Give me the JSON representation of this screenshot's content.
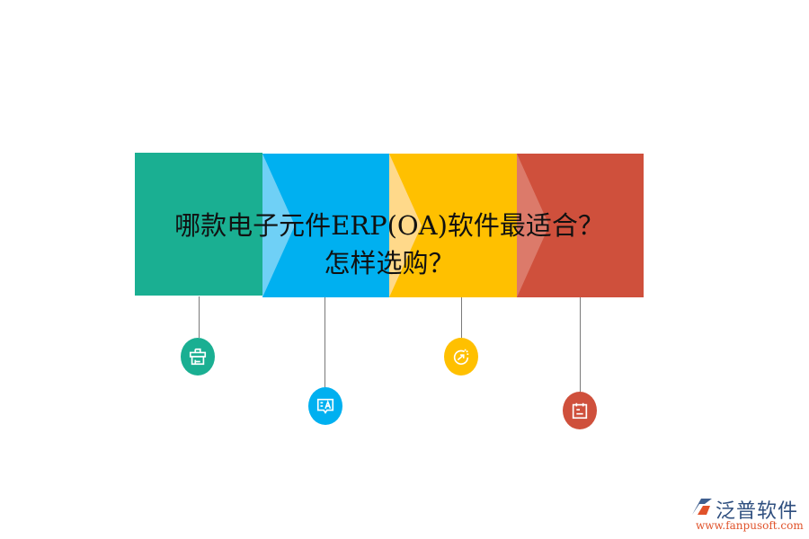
{
  "title": {
    "line1": "哪款电子元件ERP(OA)软件最适合？",
    "line2": "怎样选购？"
  },
  "segments": [
    {
      "color": "#1aaf92",
      "arrow_color": "#1aaf92",
      "icon": "shop-icon"
    },
    {
      "color": "#00b0f0",
      "arrow_color": "#6fd0f6",
      "icon": "translate-chat-icon"
    },
    {
      "color": "#ffc000",
      "arrow_color": "#ffd98a",
      "icon": "growth-arrow-icon"
    },
    {
      "color": "#cf503c",
      "arrow_color": "#dc7a6a",
      "icon": "calendar-icon"
    }
  ],
  "logo": {
    "name": "泛普软件",
    "url": "www.fanpusoft.com",
    "brand_color": "#2f4f7f",
    "url_color": "#e0522a"
  }
}
